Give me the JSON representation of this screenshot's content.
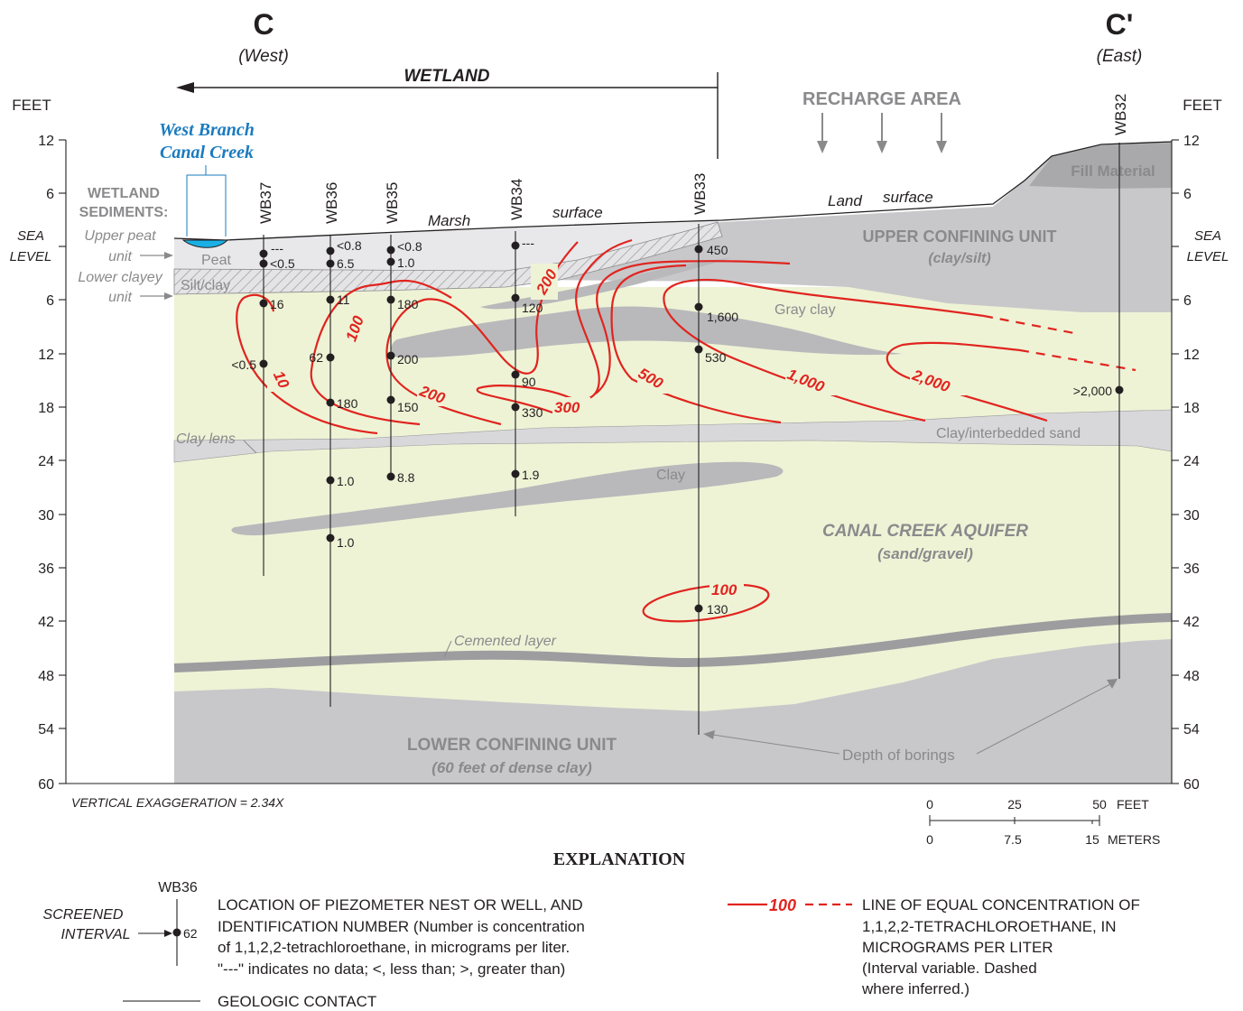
{
  "section": {
    "west_letter": "C",
    "west_label": "(West)",
    "east_letter": "C'",
    "east_label": "(East)",
    "wetland_label": "WETLAND",
    "recharge_label": "RECHARGE  AREA",
    "feet_label": "FEET",
    "sea_level": [
      "SEA",
      "LEVEL"
    ],
    "vertical_exaggeration": "VERTICAL EXAGGERATION = 2.34X",
    "depth_ticks": [
      "12",
      "6",
      "6",
      "12",
      "18",
      "24",
      "30",
      "36",
      "42",
      "48",
      "54",
      "60"
    ]
  },
  "creek": {
    "line1": "West Branch",
    "line2": "Canal Creek"
  },
  "wetland_sediments": {
    "title1": "WETLAND",
    "title2": "SEDIMENTS:",
    "upper_peat": [
      "Upper peat",
      "unit"
    ],
    "lower_clayey": [
      "Lower clayey",
      "unit"
    ]
  },
  "units": {
    "peat": "Peat",
    "silt_clay": "Silt/clay",
    "marsh": "Marsh",
    "surface1": "surface",
    "land": "Land",
    "surface2": "surface",
    "fill": "Fill Material",
    "upper_confining": "UPPER CONFINING UNIT",
    "upper_confining_sub": "(clay/silt)",
    "gray_clay": "Gray clay",
    "clay_interbedded": "Clay/interbedded  sand",
    "clay_lens": "Clay lens",
    "clay": "Clay",
    "aquifer": "CANAL  CREEK   AQUIFER",
    "aquifer_sub": "(sand/gravel)",
    "cemented": "Cemented layer",
    "lower_confining": "LOWER CONFINING UNIT",
    "lower_confining_sub": "(60 feet of dense clay)",
    "depth_of_borings": "Depth of borings"
  },
  "wells": [
    {
      "id": "WB37",
      "readings": [
        "---",
        "<0.5",
        "16",
        "<0.5"
      ]
    },
    {
      "id": "WB36",
      "readings": [
        "<0.8",
        "6.5",
        "11",
        "62",
        "180",
        "1.0",
        "1.0"
      ]
    },
    {
      "id": "WB35",
      "readings": [
        "<0.8",
        "1.0",
        "180",
        "200",
        "150",
        "8.8"
      ]
    },
    {
      "id": "WB34",
      "readings": [
        "---",
        "120",
        "90",
        "330",
        "1.9"
      ]
    },
    {
      "id": "WB33",
      "readings": [
        "450",
        "1,600",
        "530",
        "130"
      ]
    },
    {
      "id": "WB32",
      "readings": [
        ">2,000"
      ]
    }
  ],
  "contours": [
    "10",
    "100",
    "200",
    "200",
    "300",
    "500",
    "1,000",
    "2,000",
    "100"
  ],
  "scale": {
    "feet_ticks": [
      "0",
      "25",
      "50"
    ],
    "feet_unit": "FEET",
    "meter_ticks": [
      "0",
      "7.5",
      "15"
    ],
    "meter_unit": "METERS"
  },
  "explanation": {
    "title": "EXPLANATION",
    "well_example_id": "WB36",
    "well_example_value": "62",
    "screened": [
      "SCREENED",
      "INTERVAL"
    ],
    "well_text": [
      "LOCATION OF PIEZOMETER NEST OR WELL, AND",
      "IDENTIFICATION NUMBER (Number is concentration",
      "of 1,1,2,2-tetrachloroethane, in micrograms per liter.",
      "\"---\" indicates no data; <, less than; >, greater than)"
    ],
    "contact_text": "GEOLOGIC CONTACT",
    "line_example_value": "100",
    "line_text": [
      "LINE OF EQUAL CONCENTRATION OF",
      "1,1,2,2-TETRACHLOROETHANE, IN",
      "MICROGRAMS PER LITER",
      "(Interval variable. Dashed",
      "where inferred.)"
    ]
  },
  "colors": {
    "aquifer": "#eef3d6",
    "clay": "#c8c8ca",
    "dark_clay": "#aaaaac",
    "contour": "#e1241f",
    "water": "#1ab0e6",
    "creek_text": "#1a7bbf"
  }
}
